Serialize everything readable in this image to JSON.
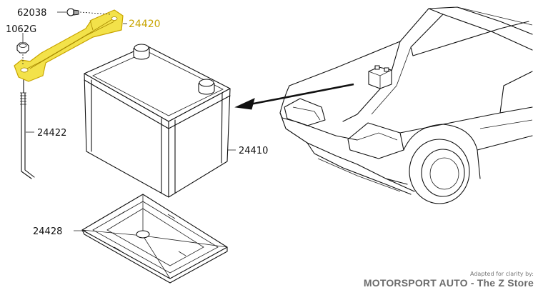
{
  "parts": {
    "screw": "62038",
    "nut": "1062G",
    "bracket": "24420",
    "rod": "24422",
    "battery": "24410",
    "tray": "24428"
  },
  "credit": {
    "adapted_note": "Adapted for clarity by:",
    "brand": "MOTORSPORT AUTO - The Z Store"
  },
  "colors": {
    "highlight_fill": "#f3e24a",
    "highlight_stroke": "#c8a400",
    "line": "#111111"
  }
}
